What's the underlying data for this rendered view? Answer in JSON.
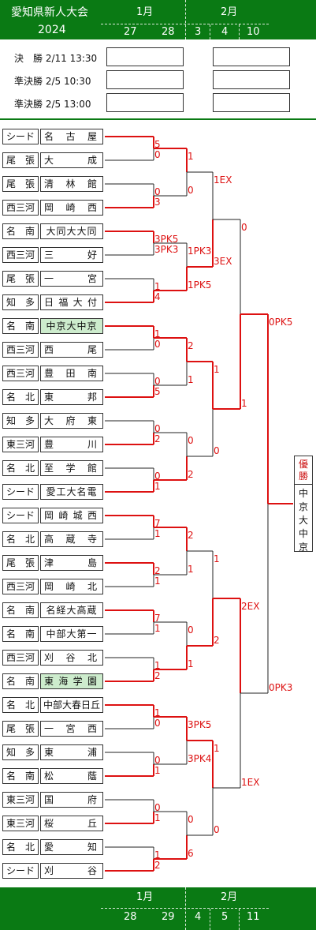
{
  "header": {
    "title": "愛知県新人大会",
    "year": "2024",
    "month_jan": "1月",
    "month_feb": "2月",
    "dates": [
      "27",
      "28",
      "3",
      "4",
      "10"
    ]
  },
  "footer": {
    "month_jan": "1月",
    "month_feb": "2月",
    "dates": [
      "28",
      "29",
      "4",
      "5",
      "11"
    ]
  },
  "schedule": [
    {
      "label": "決　勝 2/11 13:30"
    },
    {
      "label": "準決勝 2/5 10:30"
    },
    {
      "label": "準決勝 2/5 13:00"
    }
  ],
  "teams": [
    {
      "pref": "シード",
      "name": "名古屋",
      "hl": false
    },
    {
      "pref": "尾　張",
      "name": "大成",
      "hl": false
    },
    {
      "pref": "尾　張",
      "name": "清林館",
      "hl": false
    },
    {
      "pref": "西三河",
      "name": "岡崎西",
      "hl": false
    },
    {
      "pref": "名　南",
      "name": "大同大大同",
      "hl": false
    },
    {
      "pref": "西三河",
      "name": "三好",
      "hl": false
    },
    {
      "pref": "尾　張",
      "name": "一宮",
      "hl": false
    },
    {
      "pref": "知　多",
      "name": "日福大付",
      "hl": false
    },
    {
      "pref": "名　南",
      "name": "中京大中京",
      "hl": true
    },
    {
      "pref": "西三河",
      "name": "西尾",
      "hl": false
    },
    {
      "pref": "西三河",
      "name": "豊田南",
      "hl": false
    },
    {
      "pref": "名　北",
      "name": "東邦",
      "hl": false
    },
    {
      "pref": "知　多",
      "name": "大府東",
      "hl": false
    },
    {
      "pref": "東三河",
      "name": "豊川",
      "hl": false
    },
    {
      "pref": "名　北",
      "name": "至学館",
      "hl": false
    },
    {
      "pref": "シード",
      "name": "愛工大名電",
      "hl": false
    },
    {
      "pref": "シード",
      "name": "岡崎城西",
      "hl": false
    },
    {
      "pref": "名　北",
      "name": "高蔵寺",
      "hl": false
    },
    {
      "pref": "尾　張",
      "name": "津島",
      "hl": false
    },
    {
      "pref": "西三河",
      "name": "岡崎北",
      "hl": false
    },
    {
      "pref": "名　南",
      "name": "名経大高蔵",
      "hl": false
    },
    {
      "pref": "名　南",
      "name": "中部大第一",
      "hl": false
    },
    {
      "pref": "西三河",
      "name": "刈谷北",
      "hl": false
    },
    {
      "pref": "名　南",
      "name": "東海学園",
      "hl": true
    },
    {
      "pref": "名　北",
      "name": "中部大春日丘",
      "hl": false
    },
    {
      "pref": "尾　張",
      "name": "一宮西",
      "hl": false
    },
    {
      "pref": "知　多",
      "name": "東浦",
      "hl": false
    },
    {
      "pref": "名　南",
      "name": "松蔭",
      "hl": false
    },
    {
      "pref": "東三河",
      "name": "国府",
      "hl": false
    },
    {
      "pref": "東三河",
      "name": "桜丘",
      "hl": false
    },
    {
      "pref": "名　北",
      "name": "愛知",
      "hl": false
    },
    {
      "pref": "シード",
      "name": "刈谷",
      "hl": false
    }
  ],
  "rounds": [
    [
      {
        "s": [
          "5",
          "0"
        ],
        "w": 0
      },
      {
        "s": [
          "0",
          "3"
        ],
        "w": 1
      },
      {
        "s": [
          "3PK5",
          "3PK3"
        ],
        "w": 0
      },
      {
        "s": [
          "1",
          "4"
        ],
        "w": 1
      },
      {
        "s": [
          "1",
          "0"
        ],
        "w": 0
      },
      {
        "s": [
          "0",
          "5"
        ],
        "w": 1
      },
      {
        "s": [
          "0",
          "2"
        ],
        "w": 1
      },
      {
        "s": [
          "0",
          "1"
        ],
        "w": 1
      },
      {
        "s": [
          "7",
          "1"
        ],
        "w": 0
      },
      {
        "s": [
          "2",
          "1"
        ],
        "w": 0
      },
      {
        "s": [
          "7",
          "1"
        ],
        "w": 0
      },
      {
        "s": [
          "1",
          "2"
        ],
        "w": 1
      },
      {
        "s": [
          "1",
          "0"
        ],
        "w": 0
      },
      {
        "s": [
          "0",
          "1"
        ],
        "w": 1
      },
      {
        "s": [
          "0",
          "1"
        ],
        "w": 1
      },
      {
        "s": [
          "1",
          "2"
        ],
        "w": 1
      }
    ],
    [
      {
        "s": [
          "1",
          "0"
        ],
        "w": 0
      },
      {
        "s": [
          "1PK3",
          "1PK5"
        ],
        "w": 1
      },
      {
        "s": [
          "2",
          "1"
        ],
        "w": 0
      },
      {
        "s": [
          "0",
          "2"
        ],
        "w": 1
      },
      {
        "s": [
          "2",
          "1"
        ],
        "w": 0
      },
      {
        "s": [
          "0",
          "1"
        ],
        "w": 1
      },
      {
        "s": [
          "3PK5",
          "3PK4"
        ],
        "w": 0
      },
      {
        "s": [
          "0",
          "6"
        ],
        "w": 1
      }
    ],
    [
      {
        "s": [
          "1EX",
          "3EX"
        ],
        "w": 1
      },
      {
        "s": [
          "1",
          "0"
        ],
        "w": 0
      },
      {
        "s": [
          "1",
          "2"
        ],
        "w": 1
      },
      {
        "s": [
          "1",
          "0"
        ],
        "w": 0
      }
    ],
    [
      {
        "s": [
          "0",
          "1"
        ],
        "w": 1
      },
      {
        "s": [
          "2EX",
          "1EX"
        ],
        "w": 0
      }
    ],
    [
      {
        "s": [
          "0PK5",
          "0PK3"
        ],
        "w": 0
      }
    ]
  ],
  "champion": {
    "label": "優勝",
    "name": "中京大中京"
  },
  "colors": {
    "header_green": "#0a7a14",
    "win_red": "#dd1111",
    "highlight": "#cdeccd"
  }
}
